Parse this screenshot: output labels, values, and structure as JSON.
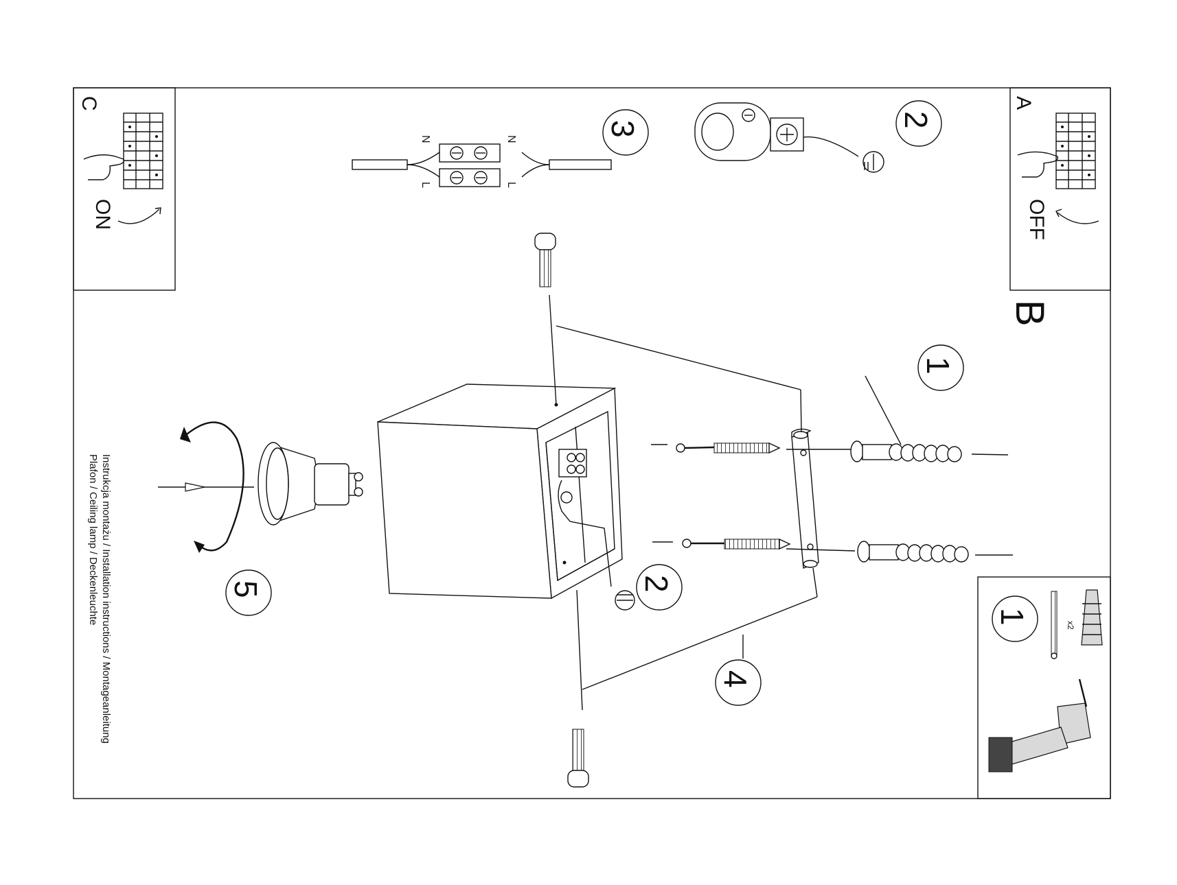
{
  "panels": {
    "a": {
      "letter": "A",
      "state": "OFF"
    },
    "b": {
      "letter": "B"
    },
    "c": {
      "letter": "C",
      "state": "ON"
    }
  },
  "steps": {
    "s1": "1",
    "s2_top": "2",
    "s2_mid": "2",
    "s3": "3",
    "s4": "4",
    "s5": "5",
    "tools_step": "1"
  },
  "connector": {
    "n_left": "N",
    "n_right": "N",
    "l_left": "L",
    "l_right": "L"
  },
  "tools": {
    "qty": "x2"
  },
  "caption": {
    "line1": "Instrukcja montażu / Installation instructions / Montageanleitung",
    "line2": "Plafon / Ceiling lamp / Deckenleuchte"
  },
  "colors": {
    "ink": "#111111",
    "paper": "#ffffff",
    "shade": "#d9d9d9"
  }
}
